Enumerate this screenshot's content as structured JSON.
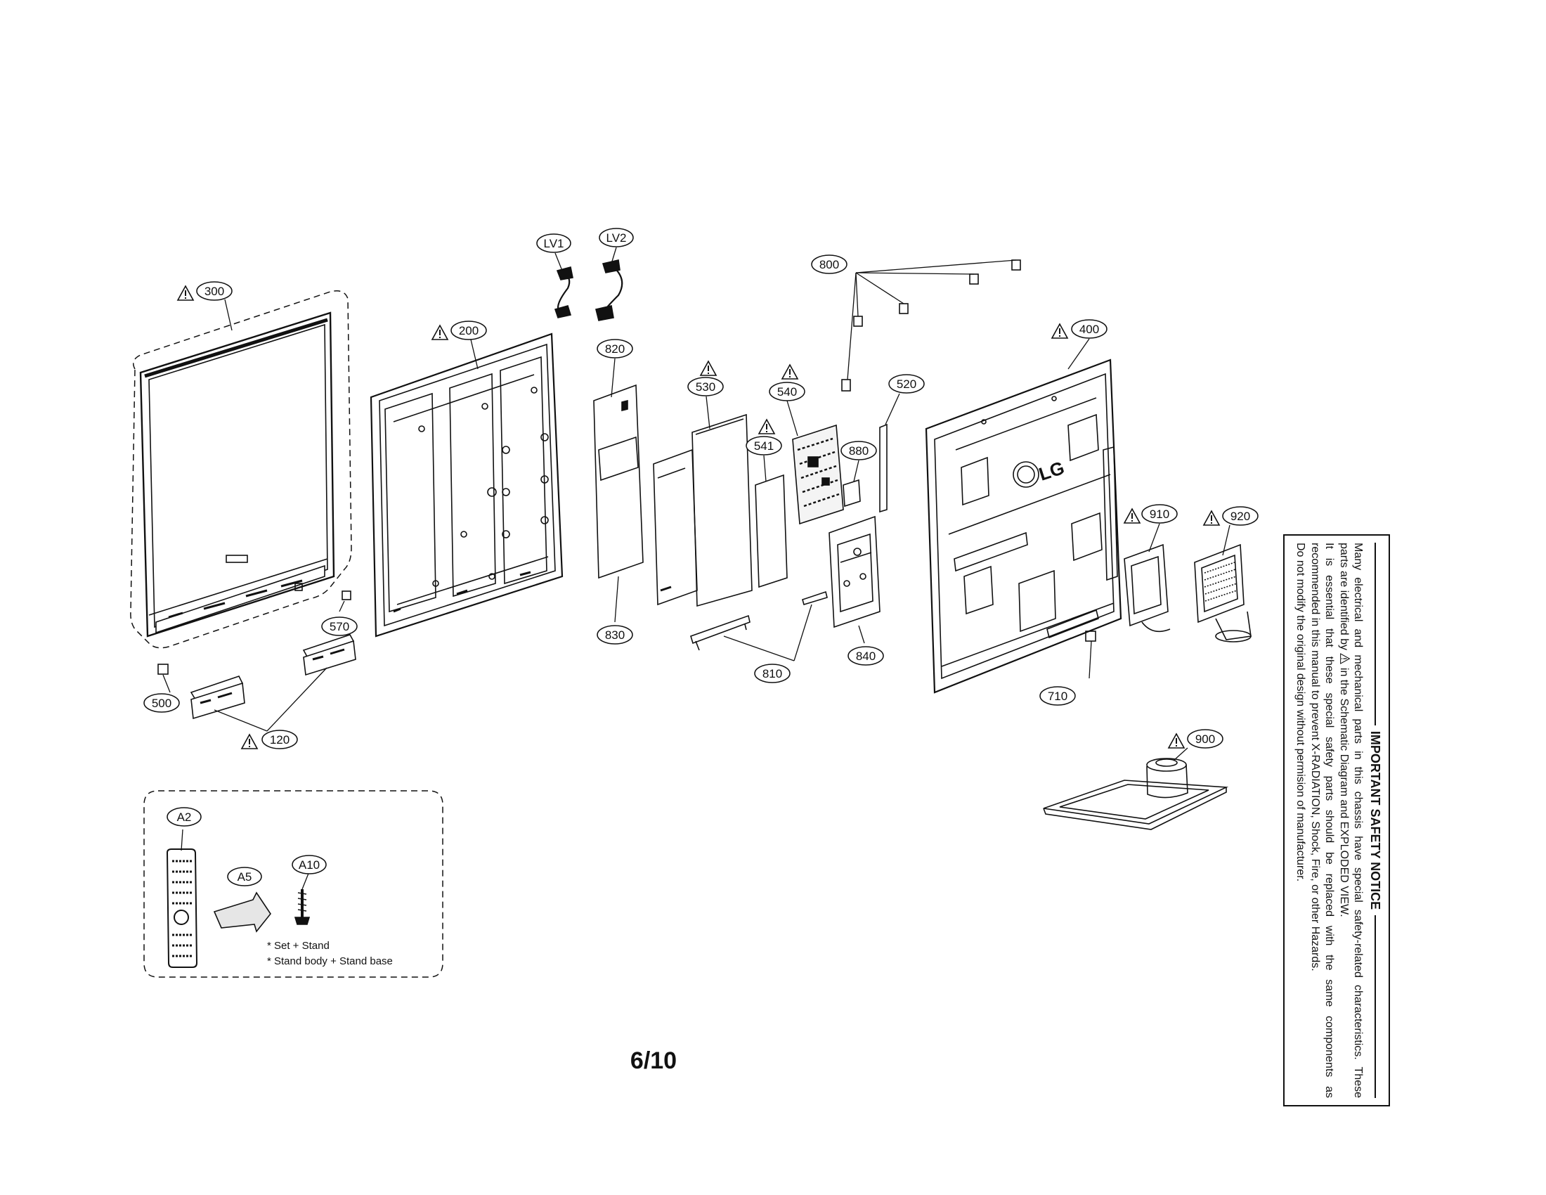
{
  "callouts": {
    "c300": "300",
    "c200": "200",
    "cLV1": "LV1",
    "cLV2": "LV2",
    "c820": "820",
    "c530": "530",
    "c540": "540",
    "c541": "541",
    "c800": "800",
    "c520": "520",
    "c880": "880",
    "c400": "400",
    "c910": "910",
    "c920": "920",
    "c570": "570",
    "c500": "500",
    "c120": "120",
    "c830": "830",
    "c810": "810",
    "c840": "840",
    "c710": "710",
    "c900": "900",
    "cA2": "A2",
    "cA5": "A5",
    "cA10": "A10"
  },
  "warning_symbol": "!",
  "accessory_notes": [
    "* Set + Stand",
    "* Stand body + Stand base"
  ],
  "logo_text": "LG",
  "page_number": "6/10",
  "safety_notice": {
    "title": "IMPORTANT SAFETY NOTICE",
    "line1": "Many electrical and mechanical parts in this chassis have special safety-related characteristics. These",
    "line2_a": "parts are identified by",
    "line2_b": "in the Schematic Diagram and EXPLODED VIEW.",
    "line3": "It is essential that these special safety parts should be replaced with the same components as",
    "line4": "recommended in this manual to prevent X-RADIATION, Shock, Fire, or other Hazards.",
    "line5": "Do not modify the original design without permision of manufacturer."
  }
}
